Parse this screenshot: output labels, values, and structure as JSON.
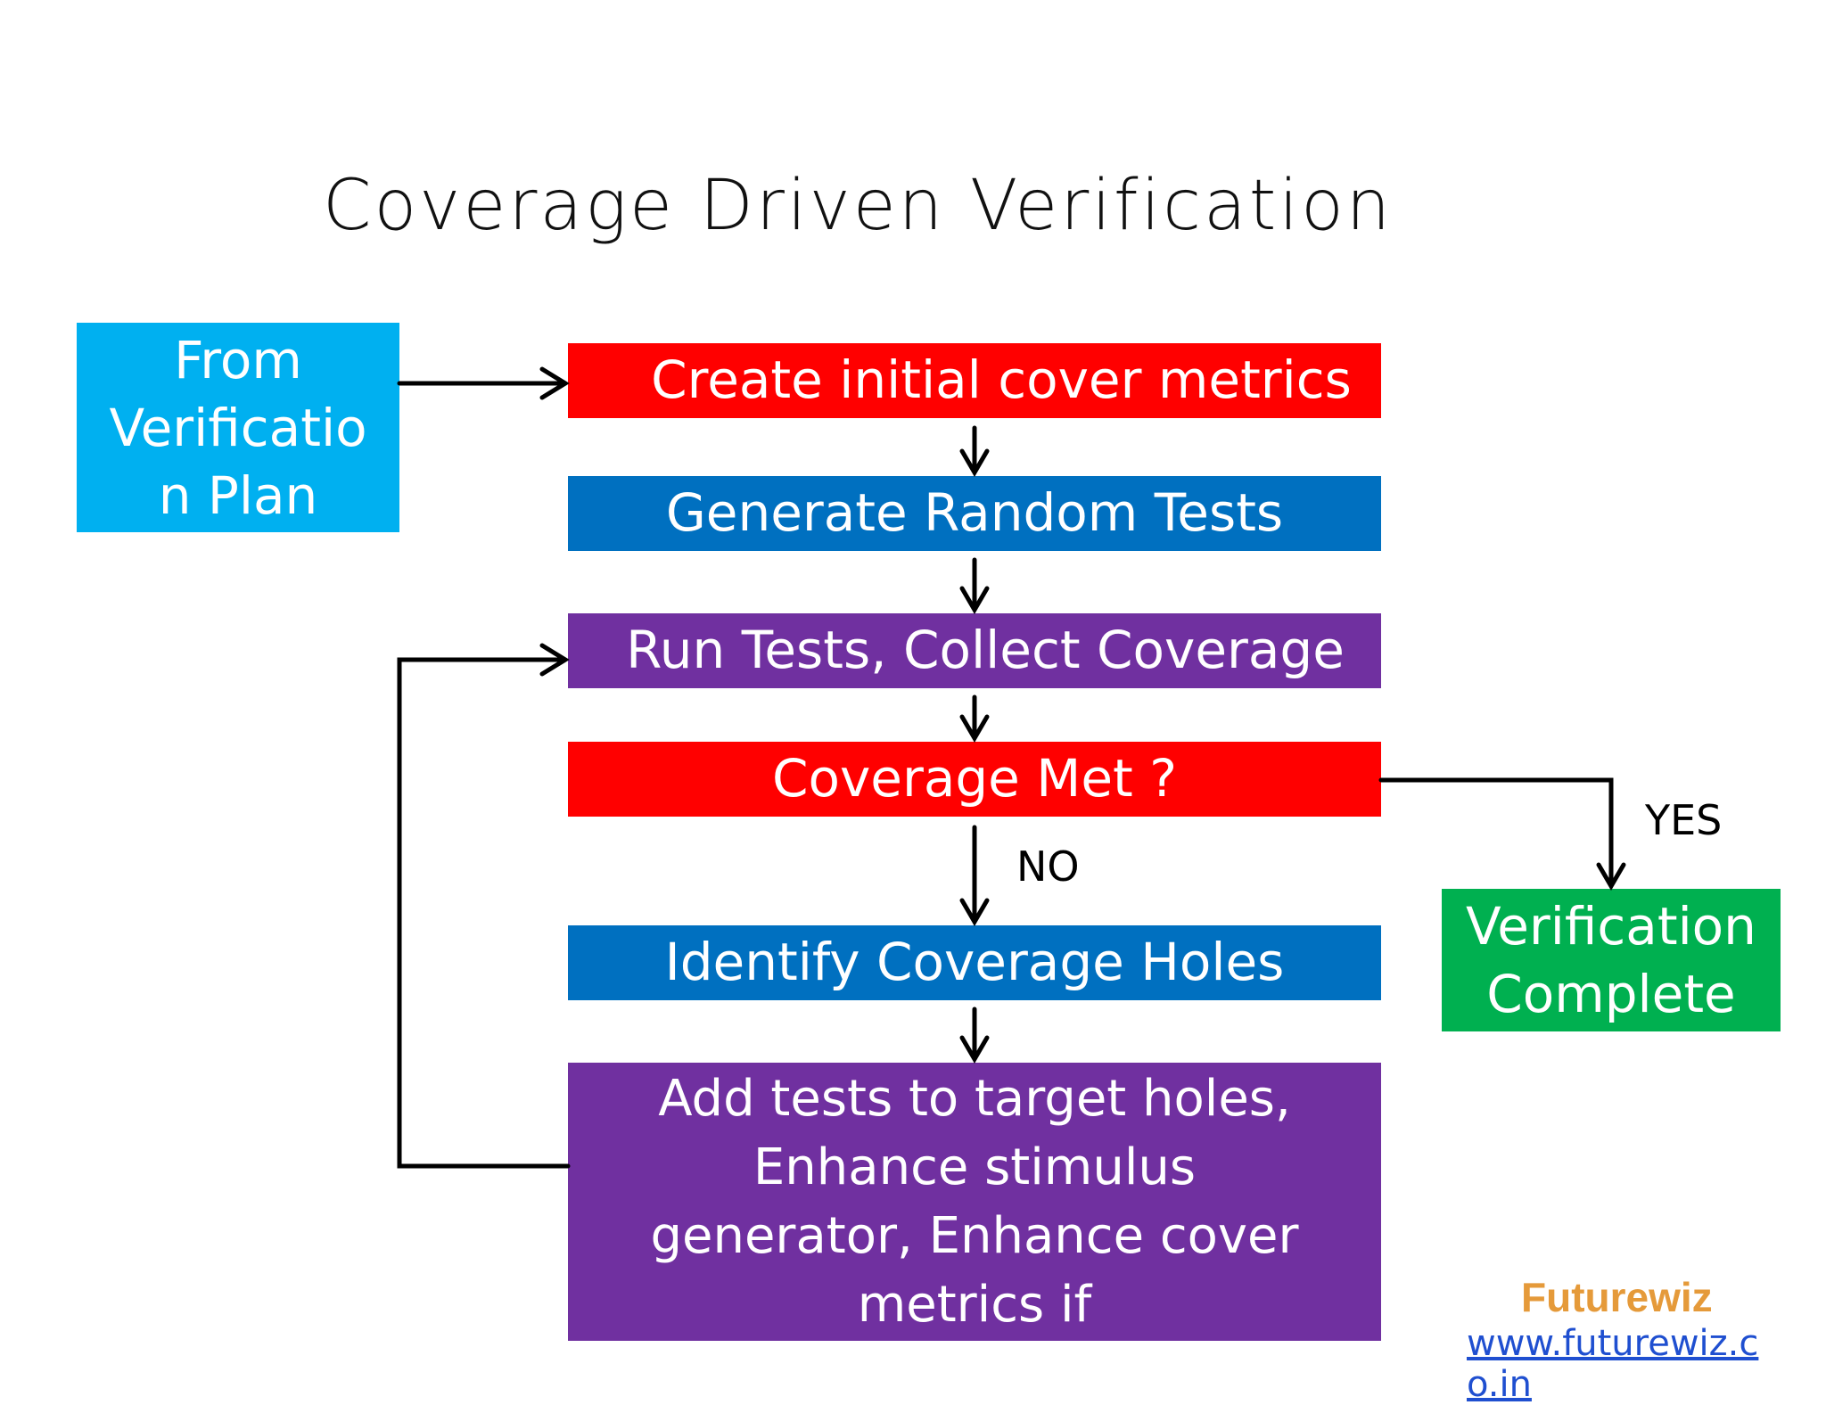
{
  "title": "Coverage Driven Verification",
  "boxes": {
    "from_plan": [
      "From",
      "Verificatio",
      "n Plan"
    ],
    "create_metrics": "Create initial cover metrics",
    "generate_tests": "Generate Random Tests",
    "run_tests": "Run Tests, Collect Coverage",
    "coverage_met": "Coverage Met ?",
    "identify_holes": "Identify Coverage Holes",
    "add_tests": [
      "Add tests to target holes,",
      "Enhance stimulus",
      "generator, Enhance cover",
      "metrics if"
    ],
    "verification_complete": [
      "Verification",
      "Complete"
    ]
  },
  "labels": {
    "no": "NO",
    "yes": "YES"
  },
  "footer": {
    "brand": "Futurewiz",
    "url": "www.futurewiz.co.in"
  },
  "colors": {
    "red": "#ff0000",
    "blue": "#0070c0",
    "purple": "#7030a0",
    "cyan": "#00b0f0",
    "green": "#00b050",
    "brand_orange": "#e59a3a",
    "link_blue": "#1f4fd0"
  }
}
